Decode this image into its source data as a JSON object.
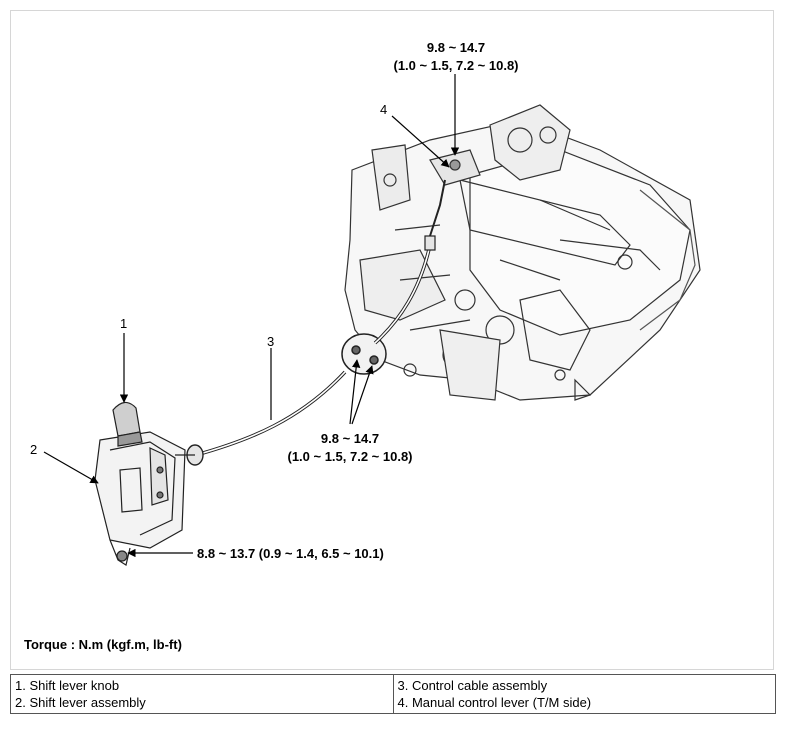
{
  "callouts": {
    "c1": "1",
    "c2": "2",
    "c3": "3",
    "c4": "4"
  },
  "torques": {
    "top": {
      "line1": "9.8 ~ 14.7",
      "line2": "(1.0 ~ 1.5, 7.2 ~ 10.8)"
    },
    "middle": {
      "line1": "9.8 ~ 14.7",
      "line2": "(1.0 ~ 1.5, 7.2 ~ 10.8)"
    },
    "bottom": "8.8 ~ 13.7 (0.9 ~ 1.4, 6.5 ~ 10.1)"
  },
  "torque_unit_note": "Torque : N.m (kgf.m, lb-ft)",
  "legend": {
    "item1": "1. Shift lever knob",
    "item2": "2. Shift lever assembly",
    "item3": "3. Control cable assembly",
    "item4": "4. Manual control lever (T/M side)"
  }
}
